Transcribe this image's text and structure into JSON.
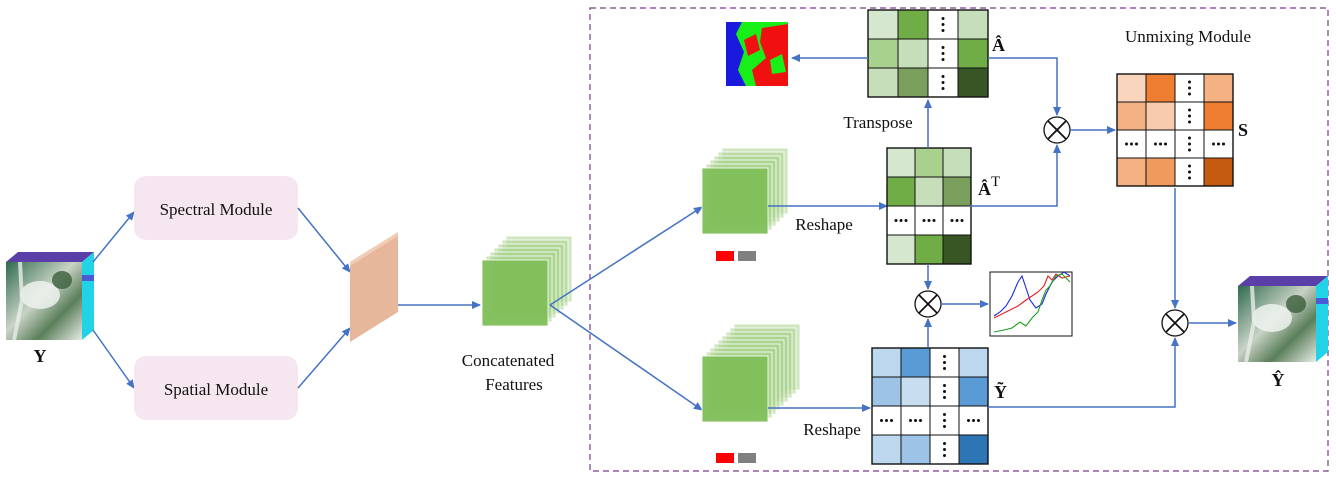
{
  "input": {
    "label": "Y"
  },
  "modules": {
    "spectral": "Spectral Module",
    "spatial": "Spatial Module",
    "unmixing": "Unmixing Module"
  },
  "features": {
    "line1": "Concatenated",
    "line2": "Features"
  },
  "operations": {
    "reshape_top": "Reshape",
    "reshape_bottom": "Reshape",
    "transpose": "Transpose"
  },
  "matrices": {
    "A_hat": "Â",
    "A_hat_T": "Â",
    "A_hat_T_sup": "T",
    "S": "S",
    "Y_tilde": "Ỹ"
  },
  "output": {
    "label": "Ŷ"
  },
  "colors": {
    "arrow": "#4472c4",
    "dashed_border": "#7a3b8a",
    "module_fill": "#f6e6ef",
    "green": "#70ad47",
    "orange": "#ed7d31",
    "blue": "#5b9bd5",
    "concat_fill": "#e6c2a8"
  },
  "icons": [
    "hsi-cube-icon",
    "abundance-map-icon",
    "endmember-spectra-icon",
    "multiply-icon"
  ]
}
